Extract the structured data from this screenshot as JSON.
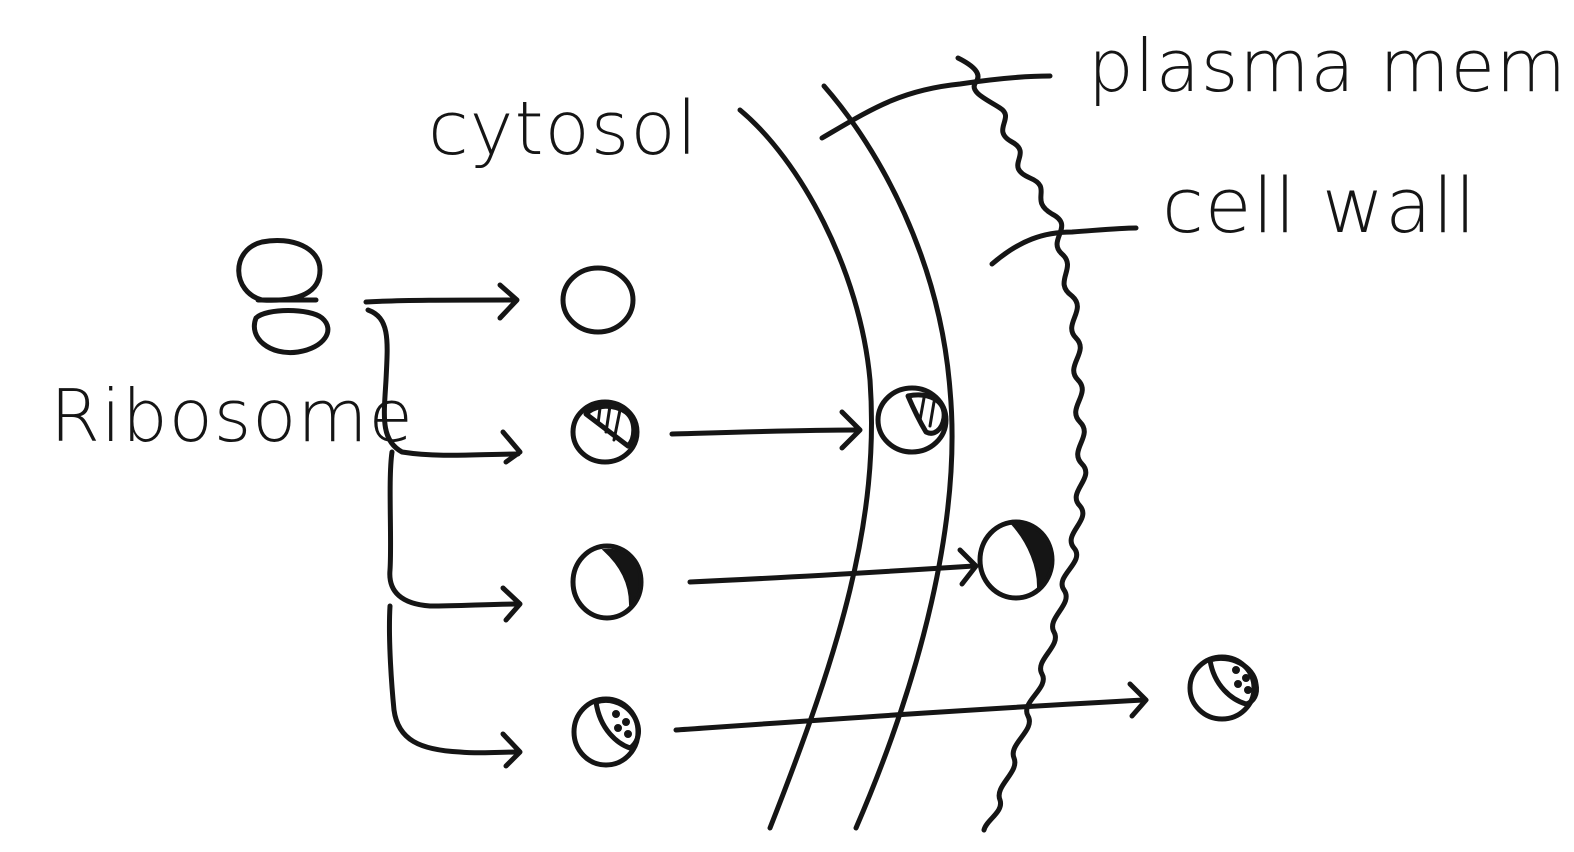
{
  "labels": {
    "cytosol": "cytosol",
    "ribosome": "Ribosome",
    "plasma_membrane": "plasma memb.",
    "cell_wall": "cell wall"
  },
  "protein_markers": [
    "blank",
    "hatched",
    "solid",
    "dotted"
  ],
  "ink_color": "#151515"
}
